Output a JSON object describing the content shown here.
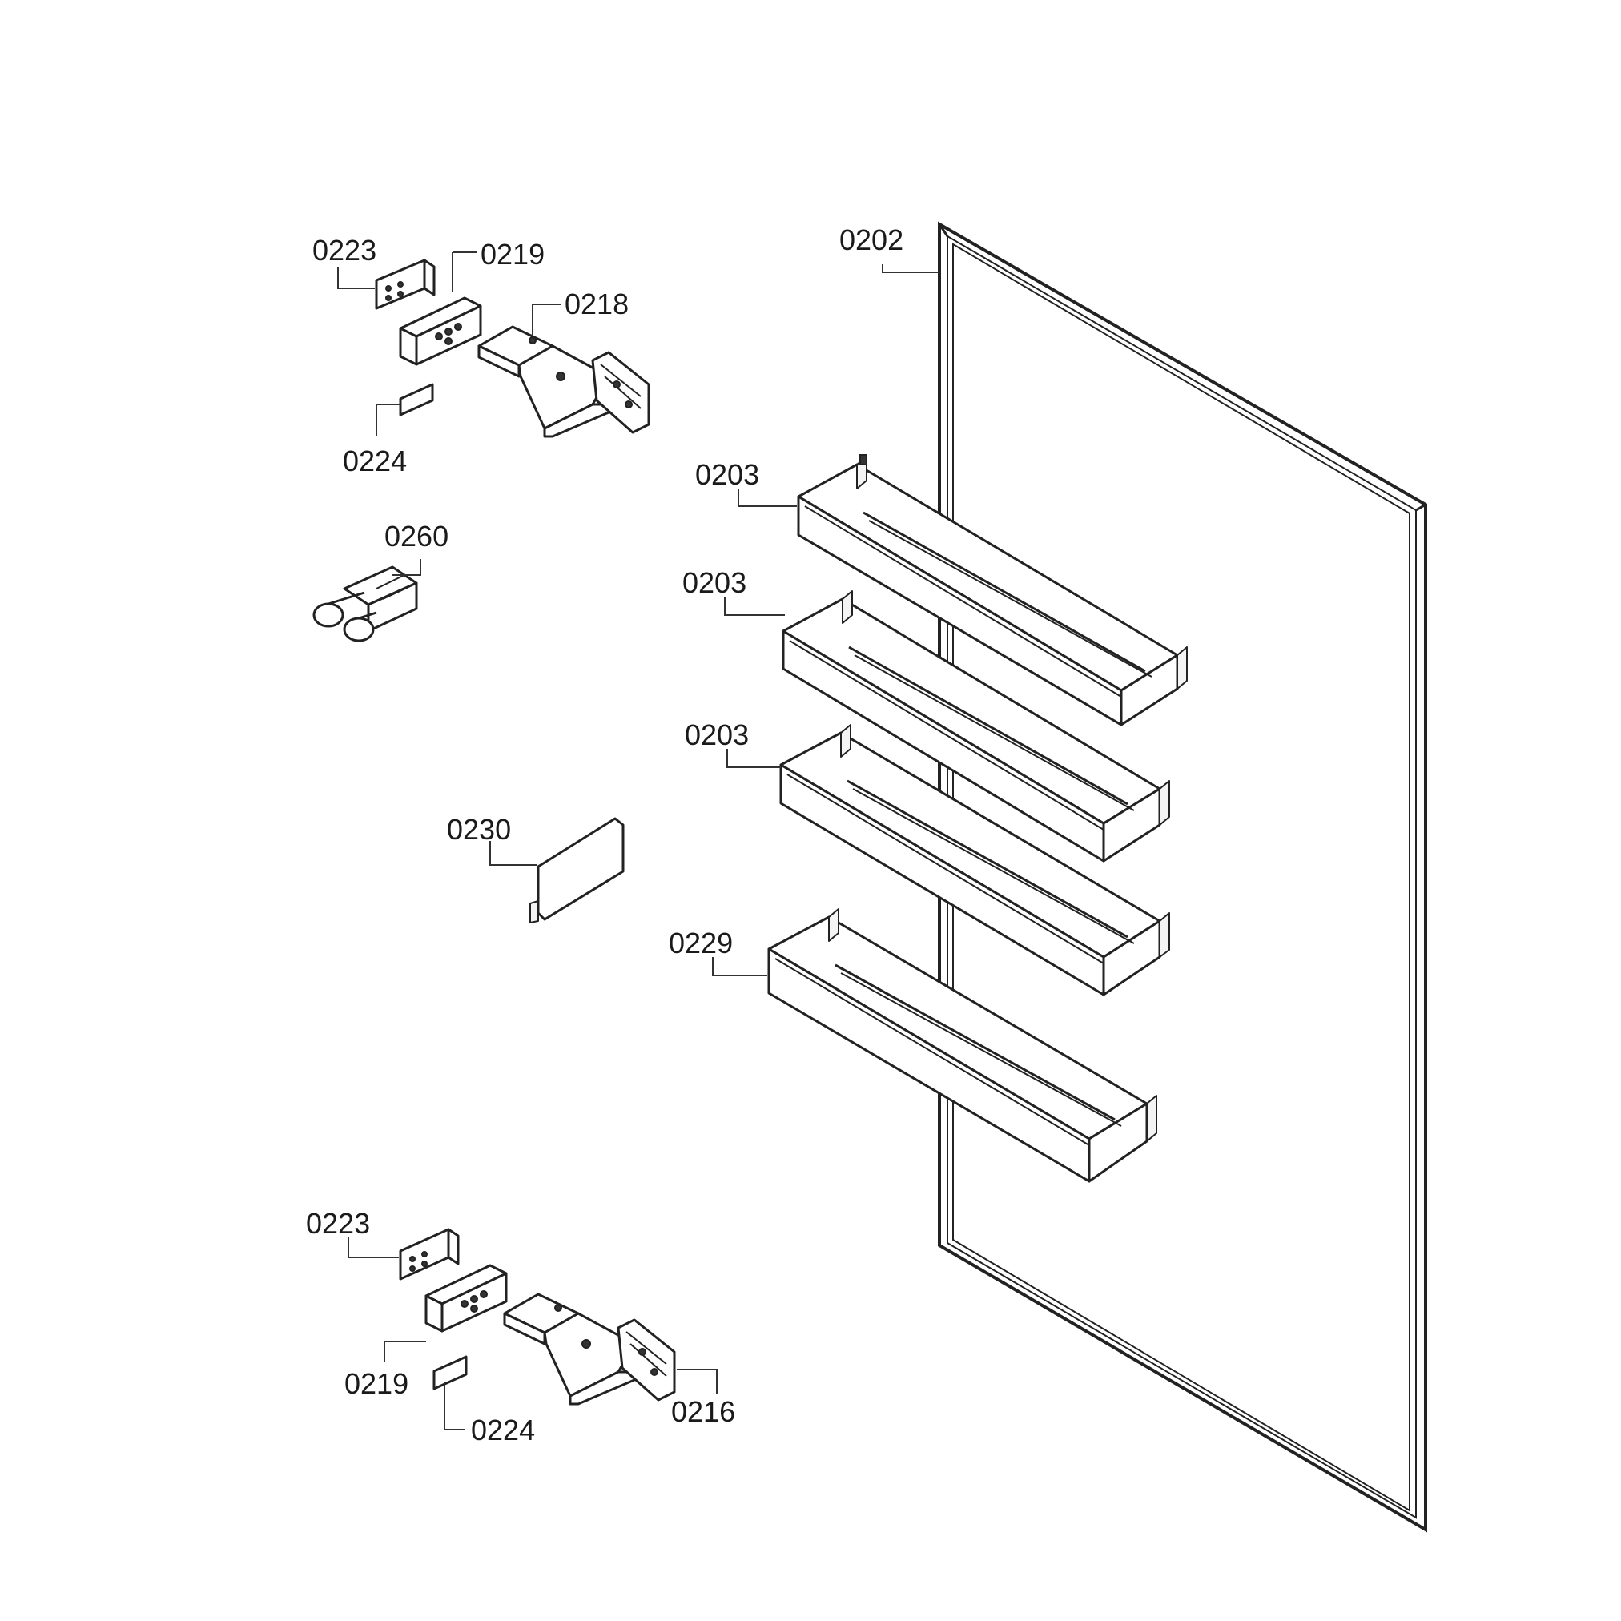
{
  "labels": {
    "door_gasket": "0202",
    "shelf_1": "0203",
    "shelf_2": "0203",
    "shelf_3": "0203",
    "shelf_bottom": "0229",
    "top_spacer": "0223",
    "top_plate": "0219",
    "top_hinge": "0218",
    "top_pad": "0224",
    "damper": "0260",
    "cover": "0230",
    "bottom_spacer": "0223",
    "bottom_plate": "0219",
    "bottom_pad": "0224",
    "bottom_hinge": "0216"
  }
}
